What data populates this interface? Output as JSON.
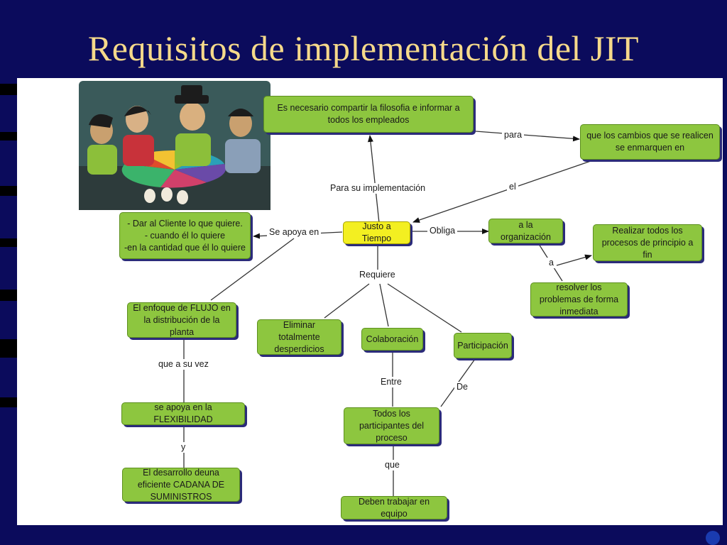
{
  "title": "Requisitos de implementación del JIT",
  "nodes": {
    "justo": "Justo a Tiempo",
    "filosofia": "Es necesario compartir la filosofia e informar a todos los empleados",
    "cambios": "que los cambios que se realicen se enmarquen en",
    "cliente": "- Dar al Cliente lo que quiere.\n- cuando él lo quiere\n-en la cantidad que él lo quiere",
    "organizacion": "a la organización",
    "realizar": "Realizar todos los procesos de principio a fin",
    "resolver": "resolver los problemas de forma inmediata",
    "flujo": "El enfoque de FLUJO en la distribución de la planta",
    "eliminar": "Eliminar totalmente desperdicios",
    "colaboracion": "Colaboración",
    "participacion": "Participación",
    "flexibilidad": "se apoya en la FLEXIBILIDAD",
    "todos": "Todos los participantes del proceso",
    "desarrollo": "El desarrollo deuna eficiente CADANA DE SUMINISTROS",
    "equipo": "Deben trabajar en equipo"
  },
  "links": {
    "para_su": "Para su implementación",
    "para": "para",
    "el": "el",
    "se_apoya": "Se  apoya en",
    "obliga": "Obliga",
    "a": "a",
    "requiere": "Requiere",
    "que_a_su_vez": "que a su vez",
    "entre": "Entre",
    "de": "De",
    "y": "y",
    "que": "que"
  },
  "colors": {
    "node": "#8dc63f",
    "core": "#f3ef21",
    "title": "#f5d98a",
    "background": "#0b0b5c"
  }
}
